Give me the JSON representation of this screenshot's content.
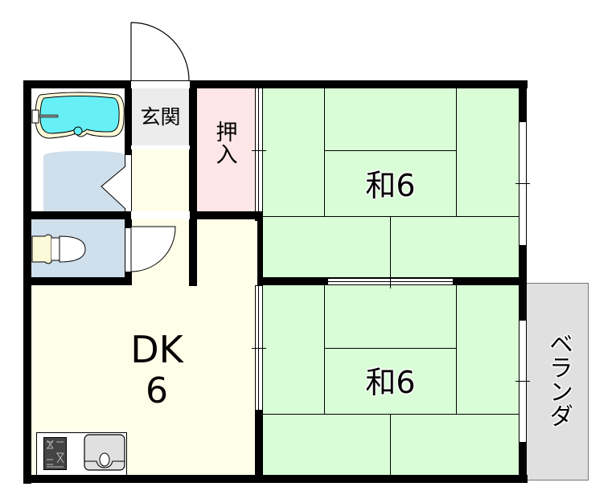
{
  "floor_plan": {
    "rooms": [
      {
        "id": "washitsu_north",
        "label": "和6",
        "type": "japanese-room",
        "size_jo": 6
      },
      {
        "id": "washitsu_south",
        "label": "和6",
        "type": "japanese-room",
        "size_jo": 6
      },
      {
        "id": "dk",
        "label_line1": "DK",
        "label_line2": "6",
        "type": "dining-kitchen",
        "size_jo": 6
      },
      {
        "id": "genkan",
        "label": "玄関",
        "type": "entrance"
      },
      {
        "id": "oshiire",
        "label_line1": "押",
        "label_line2": "入",
        "type": "closet"
      },
      {
        "id": "veranda",
        "label": "ベランダ",
        "type": "balcony"
      },
      {
        "id": "bath",
        "label": "",
        "type": "bathroom"
      },
      {
        "id": "washroom",
        "label": "",
        "type": "washroom"
      },
      {
        "id": "toilet",
        "label": "",
        "type": "toilet"
      }
    ],
    "colors": {
      "tatami": "#d9fdd6",
      "dk_floor": "#fffee9",
      "genkan": "#ececec",
      "oshiire": "#ffe6e6",
      "wet_area": "#cfdfec",
      "bathtub": "#66f0f6",
      "veranda": "#e0e0e0",
      "wall": "#000000"
    },
    "fixtures": [
      "bathtub-icon",
      "toilet-icon",
      "stove-icon",
      "sink-icon"
    ]
  }
}
